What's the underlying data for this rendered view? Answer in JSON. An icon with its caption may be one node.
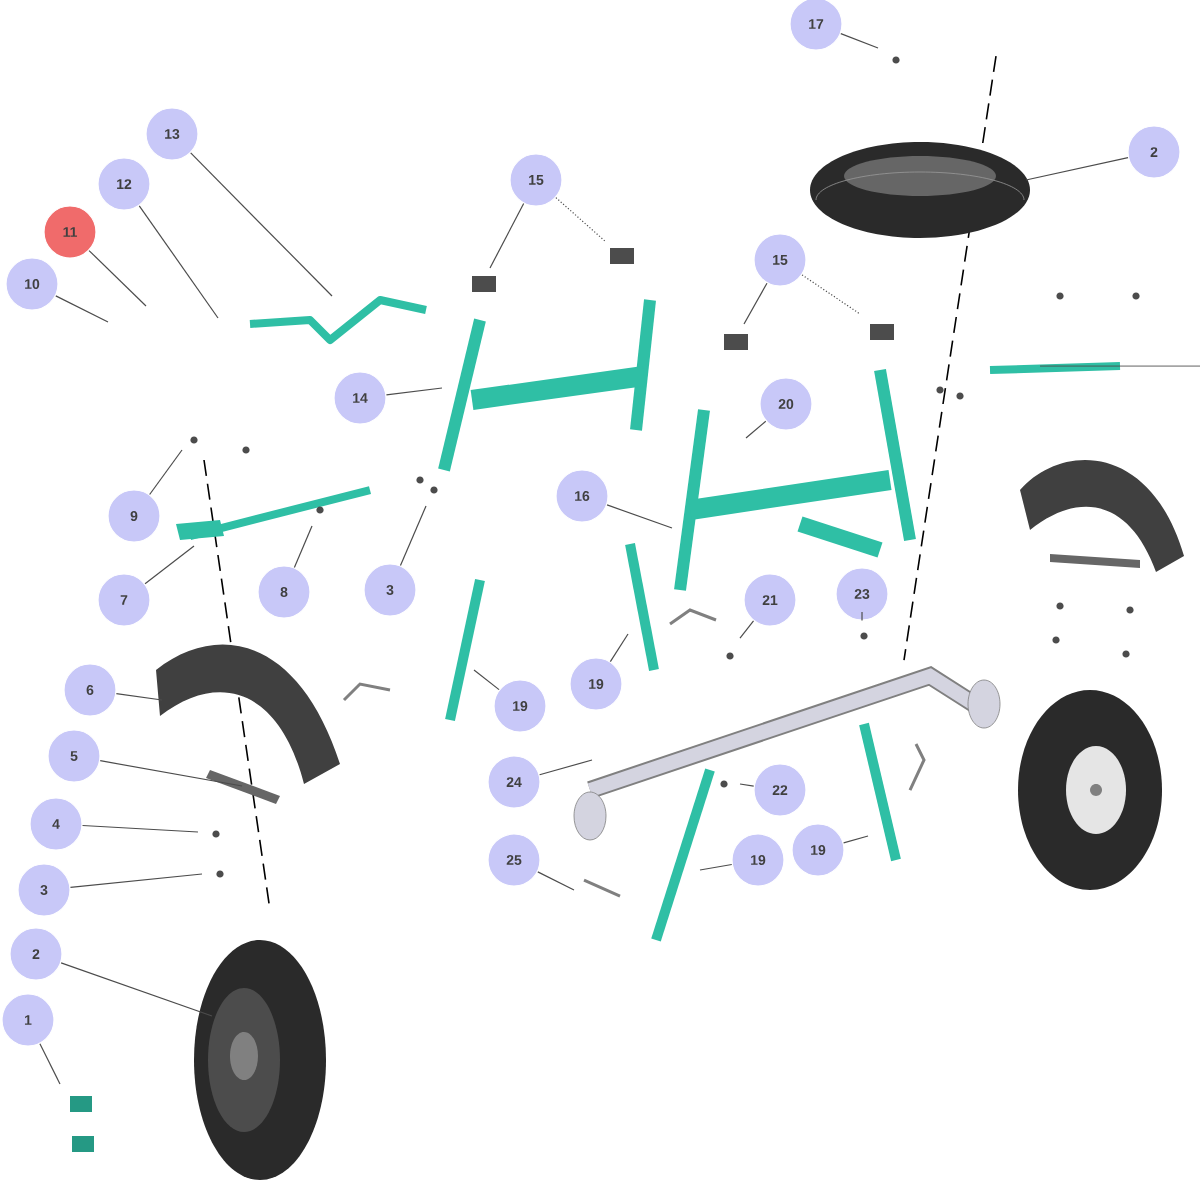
{
  "diagram": {
    "nodes": [
      {
        "text": [
          "17"
        ]
      },
      {
        "text": [
          "13"
        ]
      },
      {
        "text": [
          "2"
        ]
      },
      {
        "text": [
          "15"
        ]
      },
      {
        "text": [
          "12"
        ]
      },
      {
        "text": [
          "11"
        ]
      },
      {
        "text": [
          "15"
        ]
      },
      {
        "text": [
          "10"
        ]
      },
      {
        "text": [
          "14"
        ]
      },
      {
        "text": [
          "20"
        ]
      },
      {
        "text": [
          "16"
        ]
      },
      {
        "text": [
          "9"
        ]
      },
      {
        "text": [
          "3"
        ]
      },
      {
        "text": [
          "8"
        ]
      },
      {
        "text": [
          "23"
        ]
      },
      {
        "text": [
          "7"
        ]
      },
      {
        "text": [
          "21"
        ]
      },
      {
        "text": [
          "19"
        ]
      },
      {
        "text": [
          "6"
        ]
      },
      {
        "text": [
          "19"
        ]
      },
      {
        "text": [
          "5"
        ]
      },
      {
        "text": [
          "24"
        ]
      },
      {
        "text": [
          "22"
        ]
      },
      {
        "text": [
          "4"
        ]
      },
      {
        "text": [
          "19"
        ]
      },
      {
        "text": [
          "19"
        ]
      },
      {
        "text": [
          "25"
        ]
      },
      {
        "text": [
          "3"
        ]
      },
      {
        "text": [
          "2"
        ]
      },
      {
        "text": [
          "1"
        ]
      }
    ],
    "edges": [
      {
        "from": 0,
        "to": null,
        "arrow": "none"
      },
      {
        "from": 1,
        "to": null,
        "arrow": "none"
      },
      {
        "from": 2,
        "to": null,
        "arrow": "none"
      },
      {
        "from": 3,
        "to": null,
        "arrow": "none"
      },
      {
        "from": 4,
        "to": null,
        "arrow": "none"
      },
      {
        "from": 5,
        "to": null,
        "arrow": "none"
      },
      {
        "from": 6,
        "to": null,
        "arrow": "none"
      },
      {
        "from": 7,
        "to": null,
        "arrow": "none"
      },
      {
        "from": 8,
        "to": null,
        "arrow": "none"
      },
      {
        "from": 9,
        "to": null,
        "arrow": "none"
      },
      {
        "from": 10,
        "to": null,
        "arrow": "none"
      },
      {
        "from": 11,
        "to": null,
        "arrow": "none"
      },
      {
        "from": 12,
        "to": null,
        "arrow": "none"
      },
      {
        "from": 13,
        "to": null,
        "arrow": "none"
      },
      {
        "from": 14,
        "to": null,
        "arrow": "none"
      },
      {
        "from": 15,
        "to": null,
        "arrow": "none"
      },
      {
        "from": 16,
        "to": null,
        "arrow": "none"
      },
      {
        "from": 17,
        "to": null,
        "arrow": "none"
      },
      {
        "from": 18,
        "to": null,
        "arrow": "none"
      },
      {
        "from": 19,
        "to": null,
        "arrow": "none"
      },
      {
        "from": 20,
        "to": null,
        "arrow": "none"
      },
      {
        "from": 21,
        "to": null,
        "arrow": "none"
      },
      {
        "from": 22,
        "to": null,
        "arrow": "none"
      },
      {
        "from": 23,
        "to": null,
        "arrow": "none"
      },
      {
        "from": 24,
        "to": null,
        "arrow": "none"
      },
      {
        "from": 25,
        "to": null,
        "arrow": "none"
      },
      {
        "from": 26,
        "to": null,
        "arrow": "none"
      },
      {
        "from": 27,
        "to": null,
        "arrow": "none"
      },
      {
        "from": 28,
        "to": null,
        "arrow": "none"
      },
      {
        "from": 29,
        "to": null,
        "arrow": "none"
      },
      {
        "from": 3,
        "to": null,
        "arrow": "none",
        "style": "dashed"
      },
      {
        "from": 6,
        "to": null,
        "arrow": "none",
        "style": "dashed"
      }
    ]
  }
}
